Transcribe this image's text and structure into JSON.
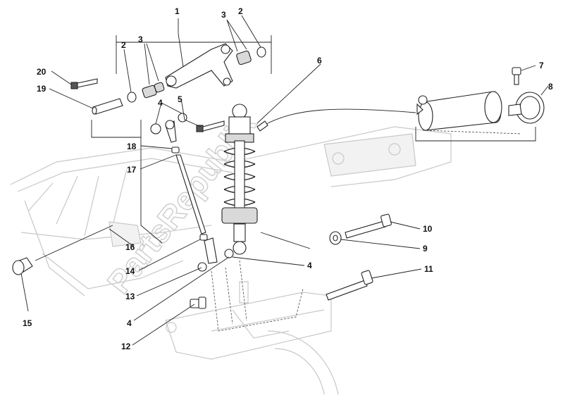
{
  "watermark": "PartsRepublik",
  "callouts": [
    {
      "n": "1"
    },
    {
      "n": "2"
    },
    {
      "n": "3"
    },
    {
      "n": "2"
    },
    {
      "n": "3"
    },
    {
      "n": "20"
    },
    {
      "n": "19"
    },
    {
      "n": "6"
    },
    {
      "n": "7"
    },
    {
      "n": "8"
    },
    {
      "n": "4"
    },
    {
      "n": "5"
    },
    {
      "n": "18"
    },
    {
      "n": "17"
    },
    {
      "n": "10"
    },
    {
      "n": "9"
    },
    {
      "n": "16"
    },
    {
      "n": "4"
    },
    {
      "n": "14"
    },
    {
      "n": "11"
    },
    {
      "n": "13"
    },
    {
      "n": "15"
    },
    {
      "n": "4"
    },
    {
      "n": "12"
    }
  ]
}
